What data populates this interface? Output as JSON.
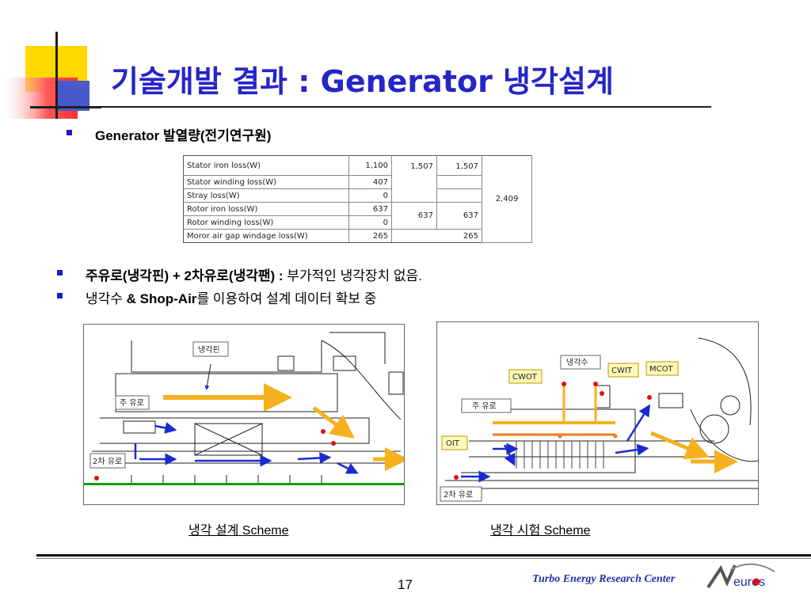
{
  "title": "기술개발 결과 : Generator 냉각설계",
  "bullets": {
    "heat_generation": "Generator 발열량(전기연구원)",
    "cooling_path_a": "주유로(냉각핀) + 2",
    "cooling_path_b": "차유로(냉각팬) : ",
    "cooling_path_c": "부가적인 냉각장치 없음.",
    "data_a": "냉각수 ",
    "data_b": "& Shop-Air",
    "data_c": "를 이용하여 설계 데이터 확보 중"
  },
  "loss_table": {
    "rows": [
      {
        "label": "Stator iron loss(W)",
        "value": "1,100"
      },
      {
        "label": "Stator winding loss(W)",
        "value": "407"
      },
      {
        "label": "Stray loss(W)",
        "value": "0"
      },
      {
        "label": "Rotor iron loss(W)",
        "value": "637"
      },
      {
        "label": "Rotor winding loss(W)",
        "value": "0"
      },
      {
        "label": "Moror air gap windage loss(W)",
        "value": "265"
      }
    ],
    "stator_sub1": "1,507",
    "stator_sub2": "1,507",
    "rotor_sub1": "637",
    "rotor_sub2": "637",
    "windage_sub": "265",
    "total": "2,409"
  },
  "figure1": {
    "labels": {
      "fin": "냉각핀",
      "main_path": "주 유로",
      "second_path": "2차 유로"
    },
    "caption": "냉각 설계 Scheme"
  },
  "figure2": {
    "labels": {
      "coolant": "냉각수",
      "cwot": "CWOT",
      "cwit": "CWIT",
      "mcot": "MCOT",
      "main_path": "주 유로",
      "oit": "OIT",
      "second_path": "2차 유로"
    },
    "caption": "냉각 시험 Scheme"
  },
  "footer": {
    "page_number": "17",
    "organization": "Turbo Energy Research Center",
    "logo_text": "euros"
  },
  "colors": {
    "title": "#2525c8",
    "bullet": "#1a1acc",
    "flow_arrow": "#f5b21e",
    "secondary_arrow": "#1a2ad0",
    "marker": "#e01010",
    "deco_yellow": "#ffd800",
    "deco_red": "#ff4a4a",
    "deco_blue": "#4a5acd"
  }
}
